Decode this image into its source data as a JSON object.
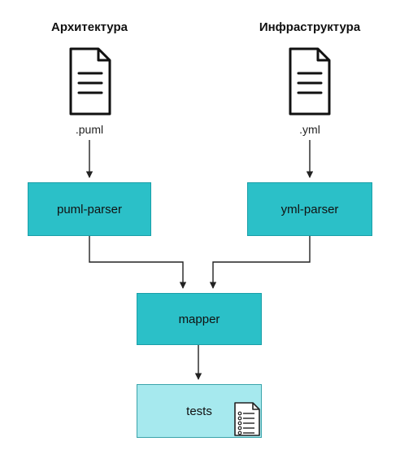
{
  "colors": {
    "process_fill": "#2bc0c8",
    "output_fill": "#a6e9ee",
    "stroke": "#222222"
  },
  "sources": {
    "architecture": {
      "heading": "Архитектура",
      "file_label": ".puml",
      "icon": "document-icon"
    },
    "infrastructure": {
      "heading": "Инфраструктура",
      "file_label": ".yml",
      "icon": "document-icon"
    }
  },
  "nodes": {
    "puml_parser": {
      "label": "puml-parser"
    },
    "yml_parser": {
      "label": "yml-parser"
    },
    "mapper": {
      "label": "mapper"
    },
    "tests": {
      "label": "tests",
      "icon": "checklist-icon"
    }
  }
}
